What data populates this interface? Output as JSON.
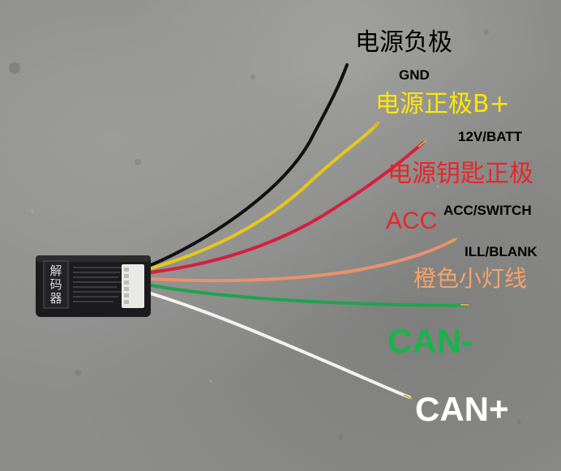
{
  "device": {
    "label": "解码器"
  },
  "labels": {
    "ground_zh": "电源负极",
    "ground_en": "GND",
    "battery_zh": "电源正极B+",
    "battery_en": "12V/BATT",
    "acc_zh": "电源钥匙正极",
    "acc_short": "ACC",
    "acc_en": "ACC/SWITCH",
    "ill_en": "ILL/BLANK",
    "ill_zh": "橙色小灯线",
    "can_low": "CAN-",
    "can_high": "CAN+"
  },
  "colors": {
    "ground": "#111111",
    "battery": "#e6c619",
    "acc": "#d61f3f",
    "ill": "#e8926d",
    "can_low": "#1fa34f",
    "can_high": "#f2f2f2",
    "acc_text": "#e8262a",
    "battery_text": "#ffe600",
    "ill_text": "#f4a36a",
    "can_low_text": "#19b34a",
    "can_high_text": "#ffffff"
  }
}
